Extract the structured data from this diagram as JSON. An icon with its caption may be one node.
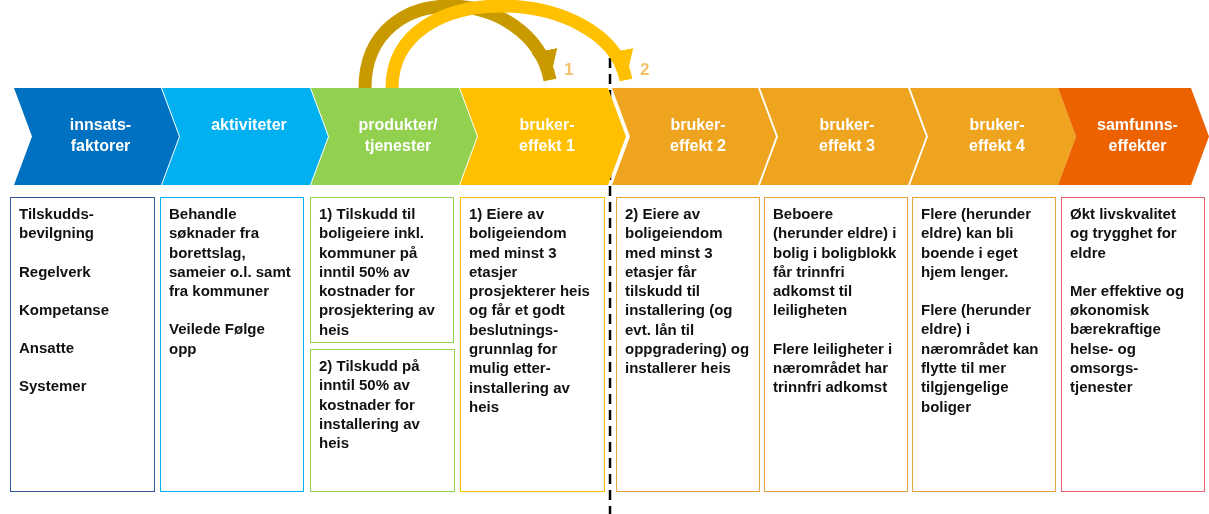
{
  "diagram": {
    "nodes": [
      {
        "text": [
          "innsats- faktorer"
        ]
      },
      {
        "text": [
          "aktiviteter"
        ]
      },
      {
        "text": [
          "produkter/ tjenester"
        ]
      },
      {
        "text": [
          "bruker- effekt 1"
        ]
      },
      {
        "text": [
          "bruker- effekt 2"
        ]
      },
      {
        "text": [
          "bruker- effekt 3"
        ]
      },
      {
        "text": [
          "bruker- effekt 4"
        ]
      },
      {
        "text": [
          "samfunns- effekter"
        ]
      },
      {
        "text": [
          "Tilskudds- bevilgning",
          "Regelverk",
          "Kompetanse",
          "Ansatte",
          "Systemer"
        ]
      },
      {
        "text": [
          "Behandle søknader fra borettslag, sameier o.l. samt fra kommuner",
          "Veilede Følge opp"
        ]
      },
      {
        "text": [
          "1) Tilskudd til boligeiere inkl. kommuner på inntil 50% av kostnader for prosjektering av heis"
        ]
      },
      {
        "text": [
          "2) Tilskudd på inntil 50% av kostnader for installering av heis"
        ]
      },
      {
        "text": [
          "1) Eiere av boligeiendom med minst 3 etasjer prosjekterer heis og får et godt beslutnings- grunnlag for mulig etter- installering av heis"
        ]
      },
      {
        "text": [
          "2) Eiere av boligeiendom med minst 3 etasjer får tilskudd til installering (og evt. lån til oppgradering) og installerer heis"
        ]
      },
      {
        "text": [
          "Beboere (herunder eldre) i bolig i boligblokk  får trinnfri adkomst til leiligheten",
          "Flere leiligheter i nærområdet har trinnfri adkomst"
        ]
      },
      {
        "text": [
          "Flere (herunder eldre) kan bli boende i eget hjem lenger.",
          "Flere (herunder eldre) i nærområdet kan flytte til mer tilgjengelige boliger"
        ]
      },
      {
        "text": [
          "Økt livskvalitet og trygghet for eldre",
          "Mer effektive og økonomisk bærekraftige helse- og omsorgs- tjenester"
        ]
      }
    ],
    "edges": [
      {
        "from": 2,
        "to": 3,
        "arrow": "to",
        "label": "1",
        "color": "#c99a00"
      },
      {
        "from": 2,
        "to": 4,
        "arrow": "to",
        "label": "2"
      }
    ]
  }
}
